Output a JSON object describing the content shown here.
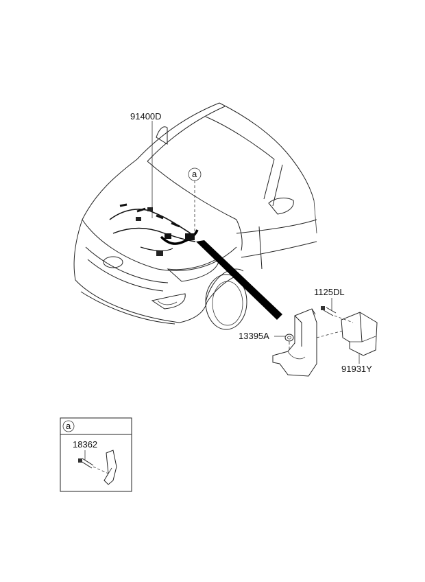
{
  "labels": {
    "main_harness": "91400D",
    "callout_ref": "a",
    "bolt": "1125DL",
    "nut": "13395A",
    "bracket": "91931Y",
    "detail_ref": "a",
    "detail_part": "18362"
  }
}
